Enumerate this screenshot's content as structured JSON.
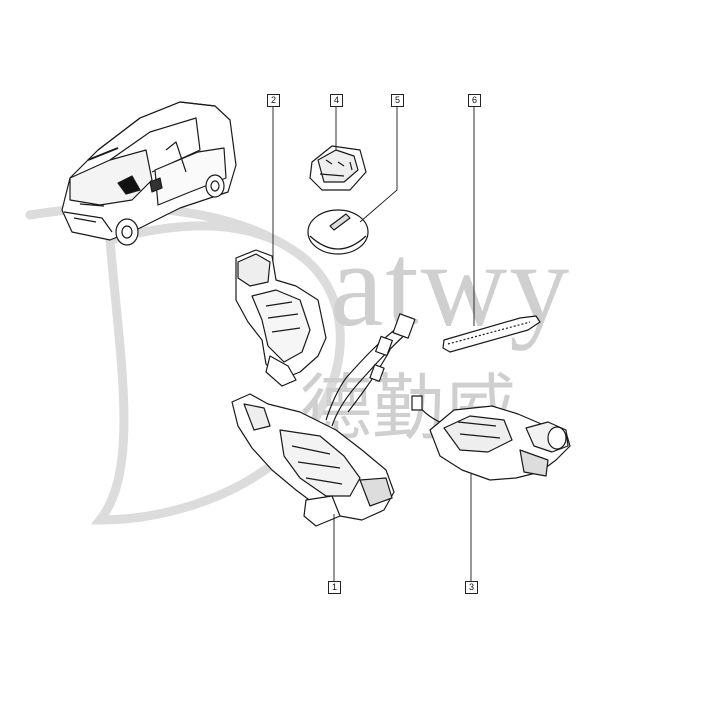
{
  "callouts": {
    "c1": "1",
    "c2": "2",
    "c3": "3",
    "c4": "4",
    "c5": "5",
    "c6": "6"
  },
  "watermark": {
    "brand": "atwy",
    "brand_cn": "德勤威",
    "color": "#cccccc"
  },
  "colors": {
    "line": "#1a1a1a",
    "part_fill": "#ffffff",
    "shade": "#d9d9d9"
  }
}
